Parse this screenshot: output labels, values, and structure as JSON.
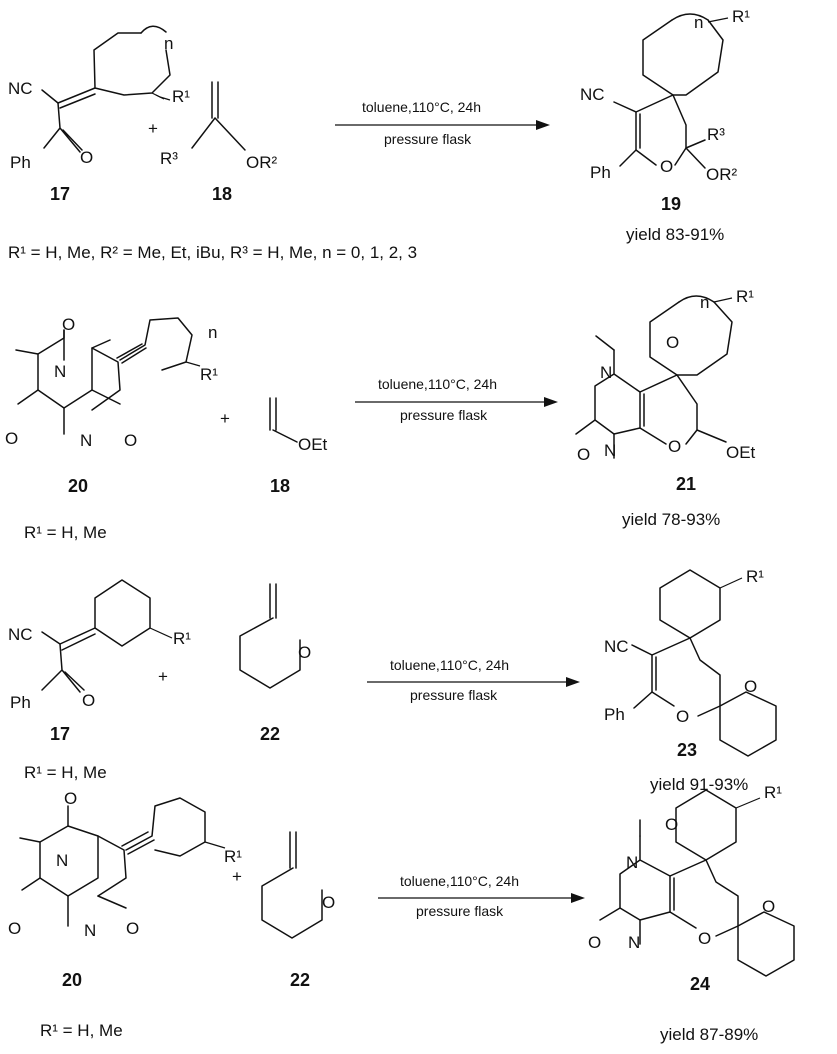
{
  "conditions": {
    "line1": "toluene,110°C, 24h",
    "line2": "pressure flask"
  },
  "reactions": [
    {
      "sm_label": "17",
      "reagent_label": "18",
      "product_label": "19",
      "yield": "yield 83-91%",
      "substituents": "R¹ = H, Me,  R² = Me, Et, iBu,  R³ = H, Me,  n = 0, 1, 2, 3"
    },
    {
      "sm_label": "20",
      "reagent_label": "18",
      "product_label": "21",
      "yield": "yield 78-93%",
      "substituents": "R¹ = H, Me"
    },
    {
      "sm_label": "17",
      "reagent_label": "22",
      "product_label": "23",
      "yield": "yield 91-93%",
      "substituents": "R¹ = H, Me"
    },
    {
      "sm_label": "20",
      "reagent_label": "22",
      "product_label": "24",
      "yield": "yield 87-89%",
      "substituents": "R¹ = H, Me"
    }
  ],
  "atoms": {
    "nitrile": "NC",
    "phenyl": "Ph",
    "oxygen": "O",
    "nitrogen": "N",
    "plus": "+",
    "n": "n",
    "R1": "R¹",
    "R2_group": "OR²",
    "R3": "R³",
    "ethoxy": "OEt"
  }
}
